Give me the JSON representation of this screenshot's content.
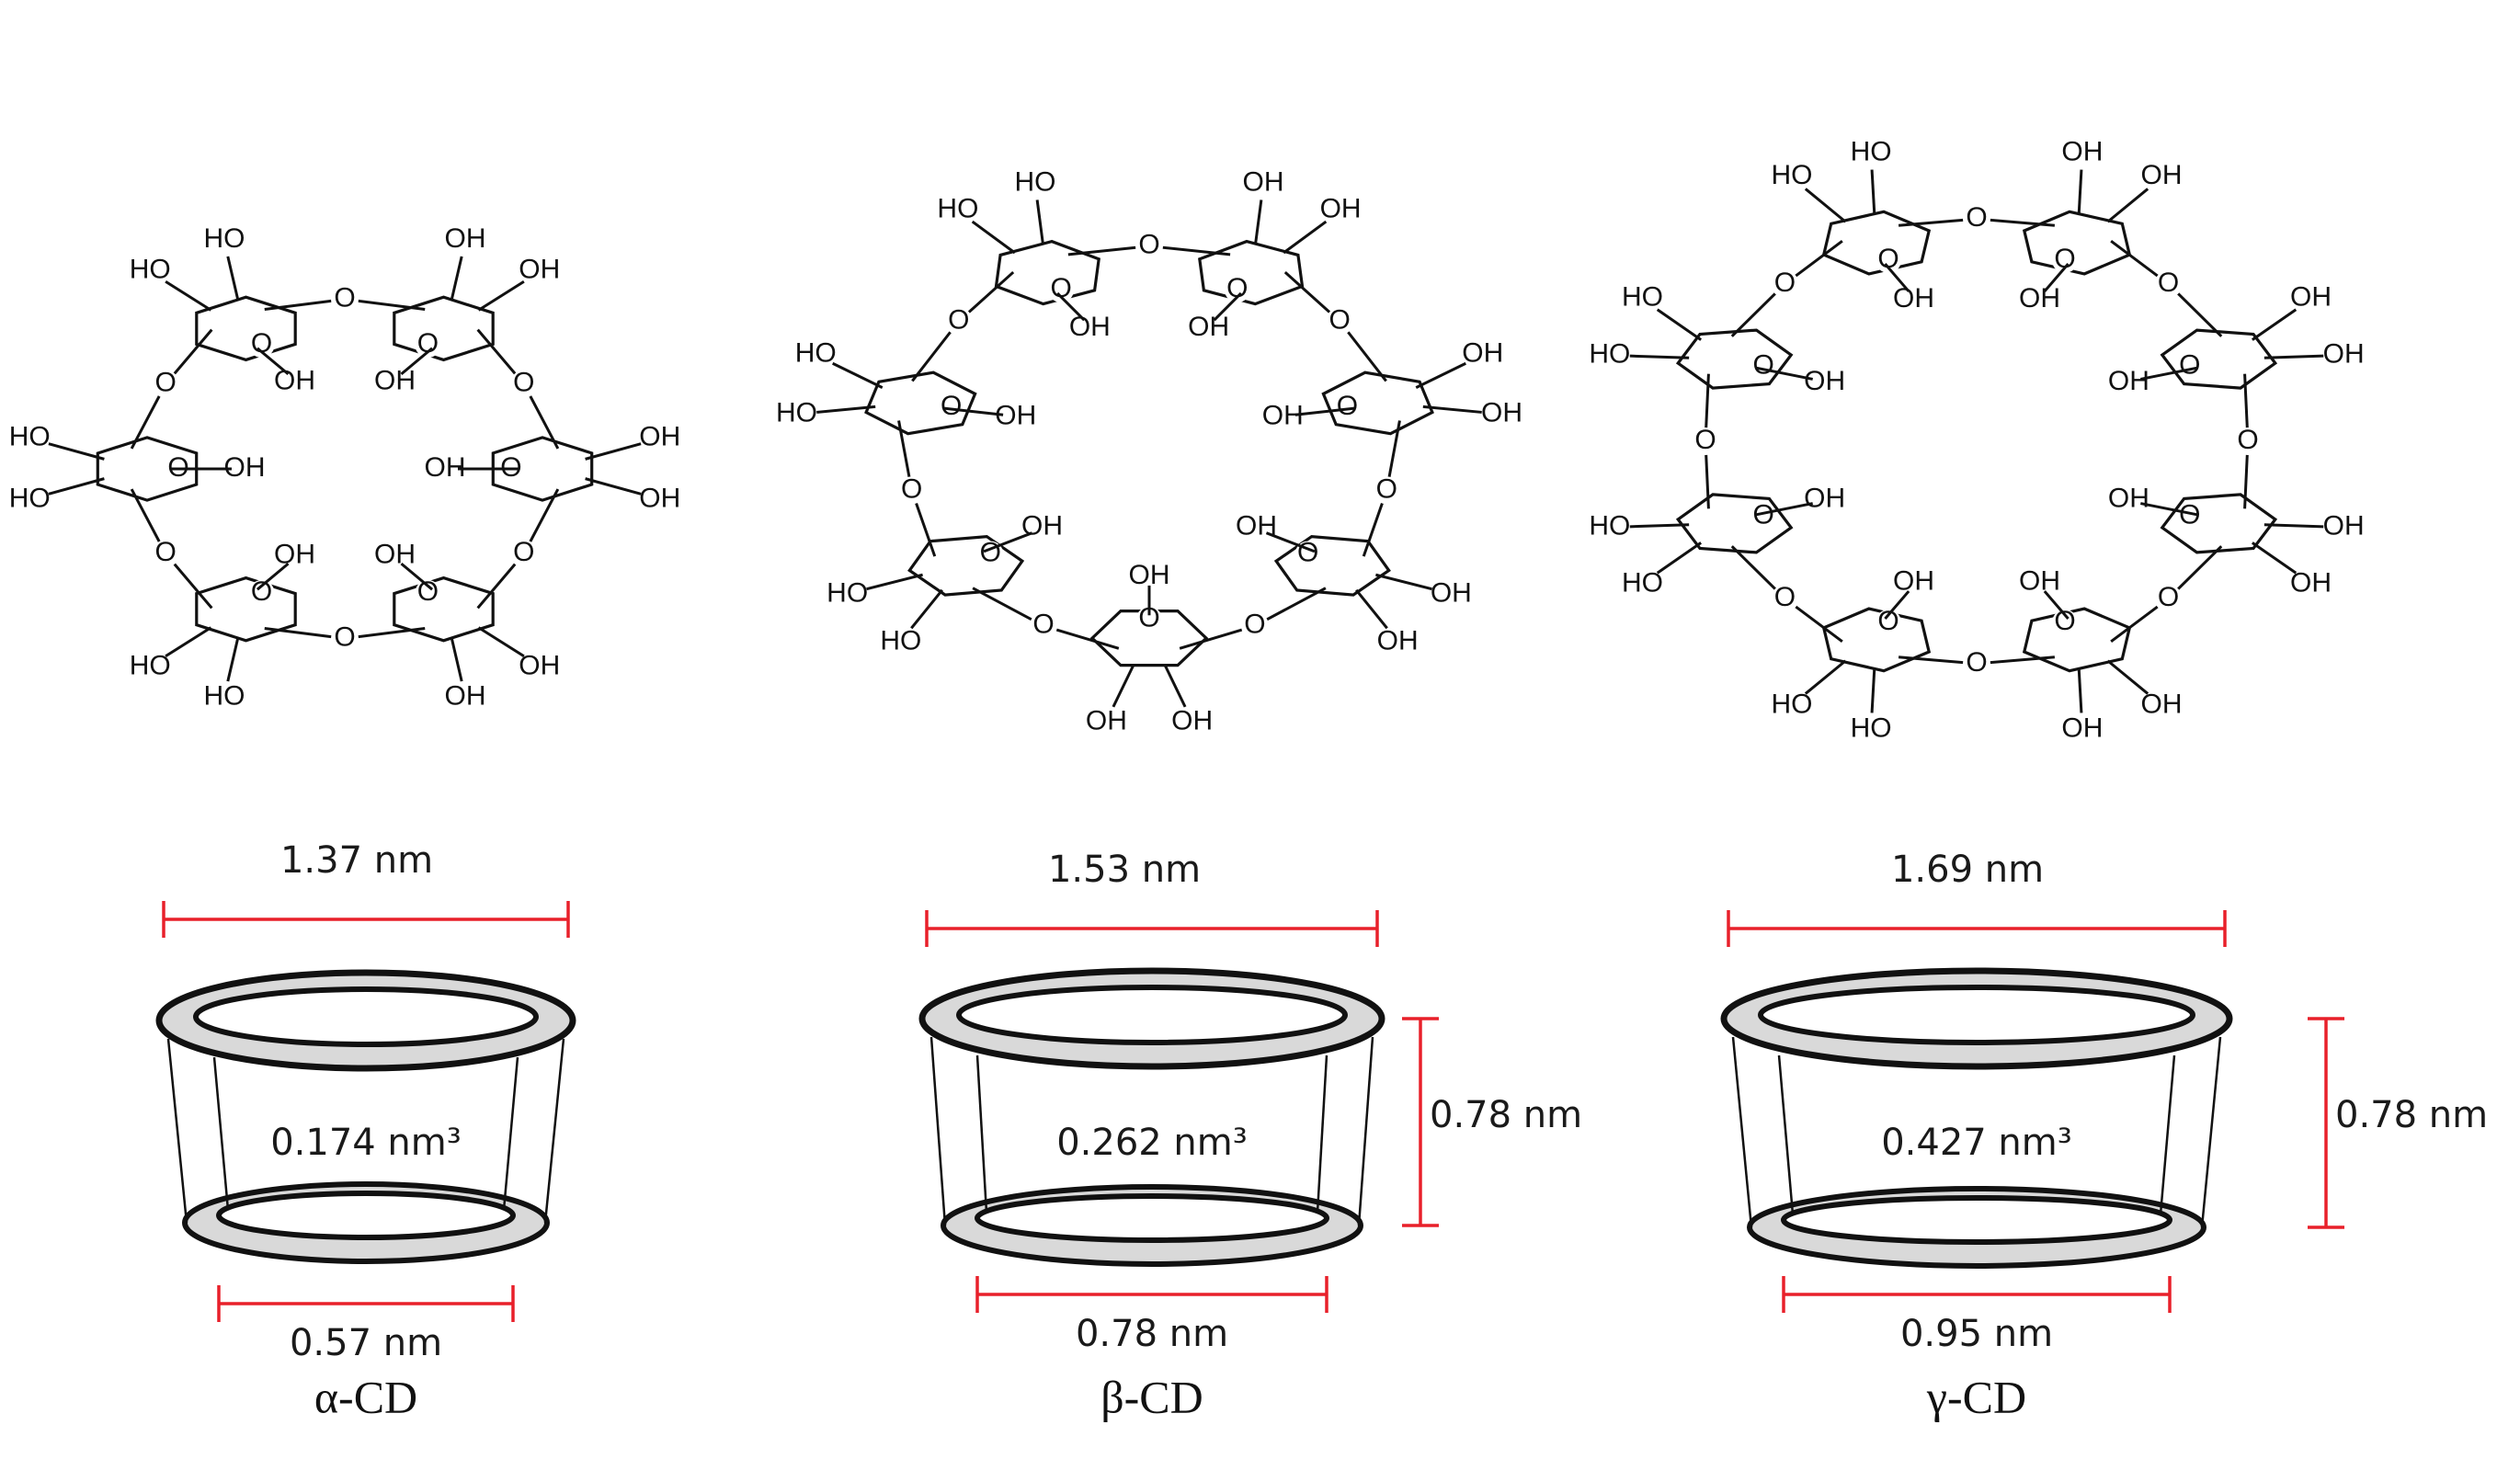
{
  "diagram": {
    "structure_labels": {
      "hydroxyl": "OH",
      "hydroxyl_left": "HO",
      "ring_oxygen": "O"
    },
    "colors": {
      "dimension": "#e8202a",
      "line": "#111111",
      "ring_fill": "#d9d9d9"
    },
    "panels": [
      {
        "name": "α-CD",
        "glucose_units": 6,
        "top_diameter": "1.37 nm",
        "bottom_diameter": "0.57 nm",
        "cavity_volume": "0.174 nm³",
        "height": ""
      },
      {
        "name": "β-CD",
        "glucose_units": 7,
        "top_diameter": "1.53 nm",
        "bottom_diameter": "0.78 nm",
        "cavity_volume": "0.262 nm³",
        "height": "0.78 nm"
      },
      {
        "name": "γ-CD",
        "glucose_units": 8,
        "top_diameter": "1.69 nm",
        "bottom_diameter": "0.95 nm",
        "cavity_volume": "0.427 nm³",
        "height": "0.78 nm"
      }
    ]
  }
}
